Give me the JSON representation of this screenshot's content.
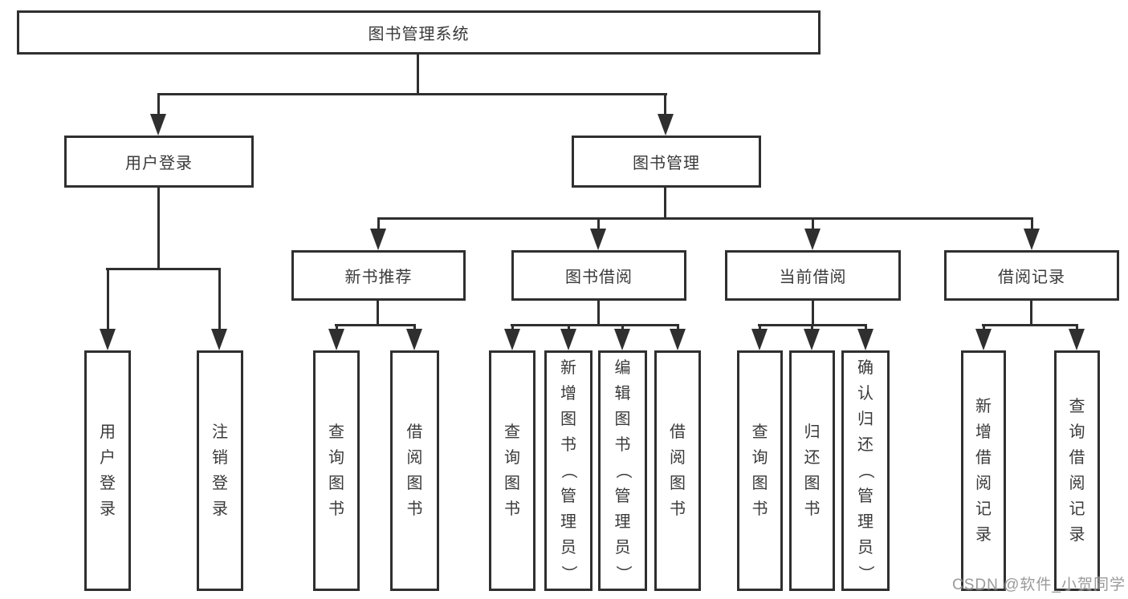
{
  "diagram_type": "hierarchy-tree",
  "colors": {
    "line": "#2f2f2f",
    "text": "#3a3a3a",
    "background": "#ffffff",
    "watermark": "#7d7d7d"
  },
  "hierarchy": {
    "label": "图书管理系统",
    "children": [
      {
        "label": "用户登录",
        "children": [
          {
            "label": "用户登录"
          },
          {
            "label": "注销登录"
          }
        ]
      },
      {
        "label": "图书管理",
        "children": [
          {
            "label": "新书推荐",
            "children": [
              {
                "label": "查询图书"
              },
              {
                "label": "借阅图书"
              }
            ]
          },
          {
            "label": "图书借阅",
            "children": [
              {
                "label": "查询图书"
              },
              {
                "label": "新增图书（管理员）"
              },
              {
                "label": "编辑图书（管理员）"
              },
              {
                "label": "借阅图书"
              }
            ]
          },
          {
            "label": "当前借阅",
            "children": [
              {
                "label": "查询图书"
              },
              {
                "label": "归还图书"
              },
              {
                "label": "确认归还（管理员）"
              }
            ]
          },
          {
            "label": "借阅记录",
            "children": [
              {
                "label": "新增借阅记录"
              },
              {
                "label": "查询借阅记录"
              }
            ]
          }
        ]
      }
    ]
  },
  "watermark": {
    "text": "CSDN @软件_小贺同学"
  }
}
